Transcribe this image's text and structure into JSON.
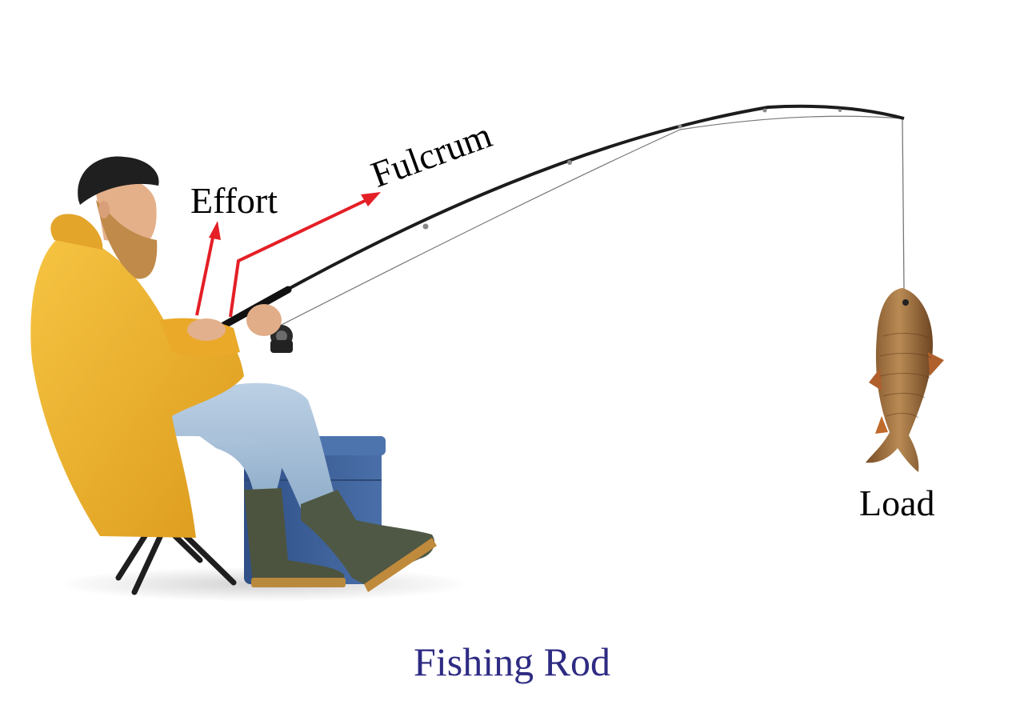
{
  "labels": {
    "effort": "Effort",
    "fulcrum": "Fulcrum",
    "load": "Load"
  },
  "caption": "Fishing Rod",
  "colors": {
    "arrow": "#e41f26",
    "caption": "#2e2b83",
    "raincoat": "#f2b12e",
    "jeans": "#a9c3dc",
    "boots": "#4c5440",
    "cooler": "#3c5e96",
    "beanie": "#1f1f1f",
    "beard": "#c08a4a",
    "fish": "#9a6a3a",
    "rod": "#1c1c1c"
  },
  "icons": {
    "person": "fisherman-figure",
    "fish": "carp-fish",
    "rod": "fishing-rod"
  }
}
